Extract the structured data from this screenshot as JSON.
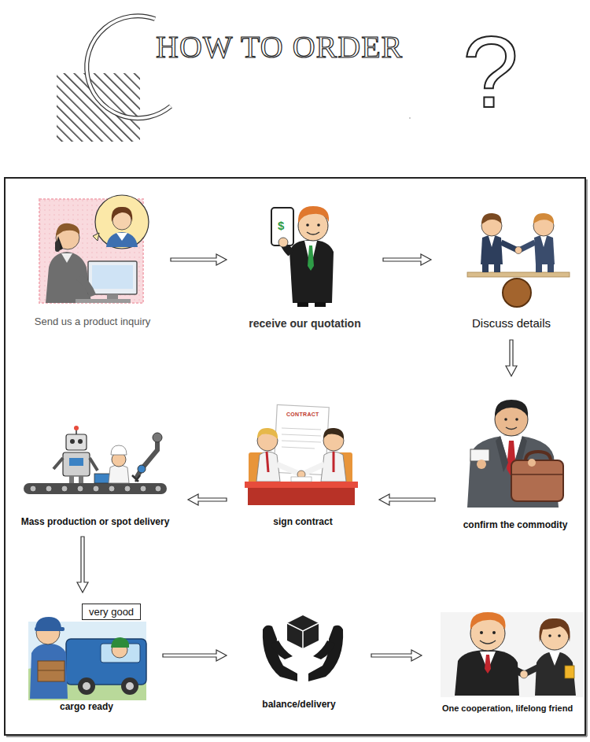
{
  "diagram": {
    "title": "HOW TO ORDER",
    "nodes": [
      {
        "text": [
          "Send us a product inquiry"
        ]
      },
      {
        "text": [
          "receive our quotation"
        ]
      },
      {
        "text": [
          "Discuss details"
        ]
      },
      {
        "text": [
          "confirm the commodity"
        ]
      },
      {
        "text": [
          "sign contract"
        ]
      },
      {
        "text": [
          "Mass production or spot delivery"
        ]
      },
      {
        "text": [
          "cargo ready"
        ]
      },
      {
        "text": [
          "balance/delivery"
        ]
      },
      {
        "text": [
          "One cooperation, lifelong friend"
        ]
      }
    ],
    "edges": [
      {
        "from": 0,
        "to": 1,
        "arrow": "to"
      },
      {
        "from": 1,
        "to": 2,
        "arrow": "to"
      },
      {
        "from": 2,
        "to": 3,
        "arrow": "to"
      },
      {
        "from": 3,
        "to": 4,
        "arrow": "to"
      },
      {
        "from": 4,
        "to": 5,
        "arrow": "to"
      },
      {
        "from": 5,
        "to": 6,
        "arrow": "to"
      },
      {
        "from": 6,
        "to": 7,
        "arrow": "to"
      },
      {
        "from": 7,
        "to": 8,
        "arrow": "to"
      }
    ],
    "labels": [
      "?",
      "$",
      "CONTRACT",
      "very good"
    ]
  }
}
